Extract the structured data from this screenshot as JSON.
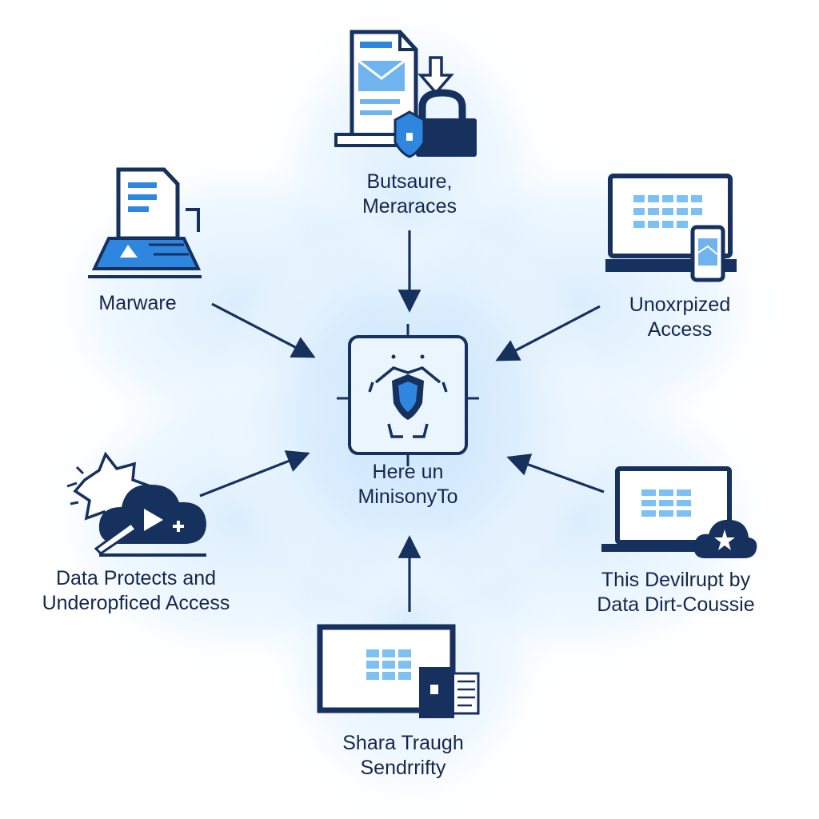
{
  "colors": {
    "navy": "#16315e",
    "accent": "#2e86de",
    "light": "#bfe0fb",
    "glow": "#d9eefd",
    "text": "#16264a"
  },
  "center": {
    "icon": "shield-target-icon",
    "label_line1": "Here un",
    "label_line2": "MinisonyTo"
  },
  "nodes": {
    "top": {
      "icon": "document-lock-icon",
      "line1": "Butsaure,",
      "line2": "Meraraces"
    },
    "upper_left": {
      "icon": "laptop-document-icon",
      "line1": "Marware"
    },
    "upper_right": {
      "icon": "laptop-phone-icon",
      "line1": "Unoxrpized",
      "line2": "Access"
    },
    "lower_left": {
      "icon": "cloud-burst-icon",
      "line1": "Data Protects and",
      "line2": "Underopficed Access"
    },
    "lower_right": {
      "icon": "laptop-cloud-icon",
      "line1": "This Devilrupt by",
      "line2": "Data Dirt-Coussie"
    },
    "bottom": {
      "icon": "monitor-document-icon",
      "line1": "Shara Traugh",
      "line2": "Sendrrifty"
    }
  }
}
